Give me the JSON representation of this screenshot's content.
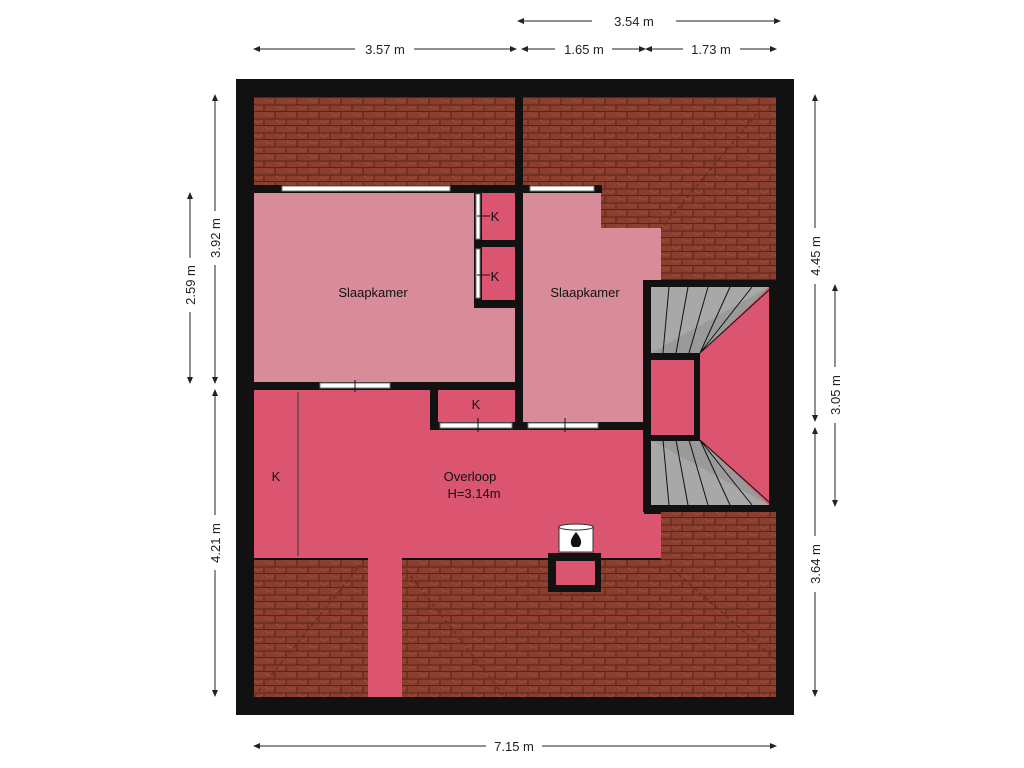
{
  "plan": {
    "rooms": [
      {
        "name": "Slaapkamer"
      },
      {
        "name": "Slaapkamer"
      },
      {
        "name": "Overloop",
        "height": "H=3.14m"
      }
    ],
    "closets": [
      "K",
      "K",
      "K",
      "K"
    ]
  },
  "dimensions": {
    "top_total": "3.54 m",
    "top_left": "3.57 m",
    "top_mid": "1.65 m",
    "top_right": "1.73 m",
    "bottom_total": "7.15 m",
    "left_outer_top": "3.92 m",
    "left_inner": "2.59 m",
    "left_outer_bottom": "4.21 m",
    "right_outer_top": "4.45 m",
    "right_inner": "3.05 m",
    "right_outer_bottom": "3.64 m"
  },
  "colors": {
    "wall": "#111111",
    "roof": "#8a3f2e",
    "roof_line": "#5a2418",
    "bedroom": "#d88c99",
    "landing": "#db5570",
    "stairs": "#9a9a9a"
  },
  "icons": {
    "fireplace": "fireplace-icon"
  }
}
